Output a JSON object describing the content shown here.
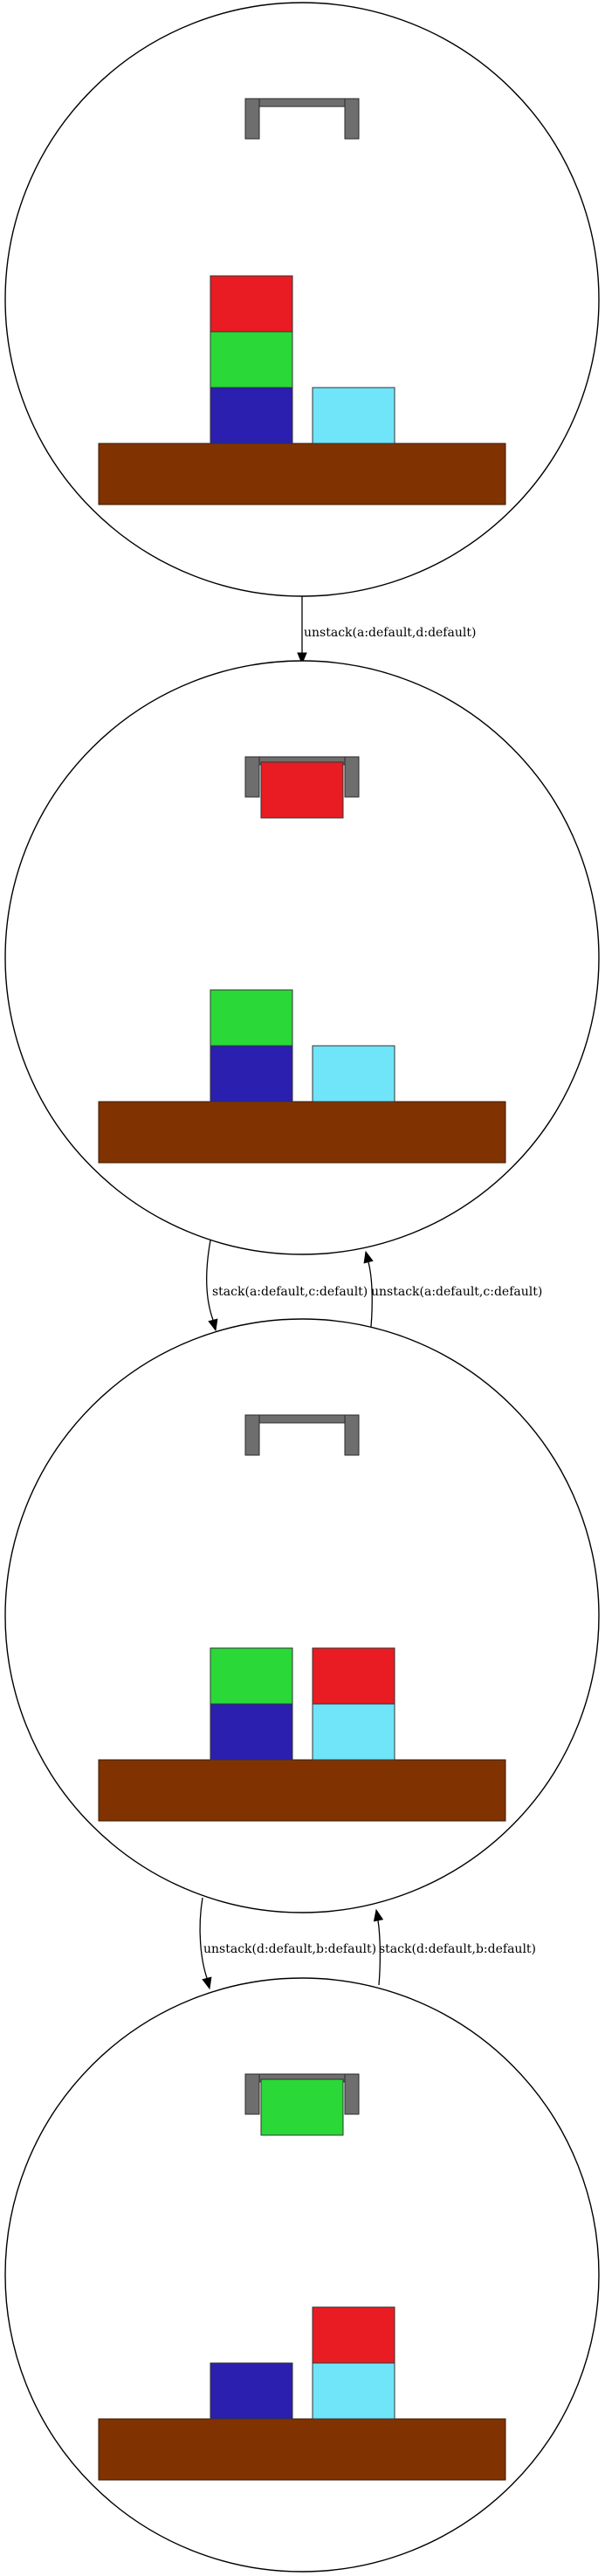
{
  "colors": {
    "table": "#803300",
    "gripper": "#6e6e6e",
    "a": "#e81c22",
    "b": "#70e4f8",
    "c": "#2ad837",
    "d": "#2a1fae"
  },
  "states": [
    {
      "id": "s1",
      "held": null,
      "stacks": [
        [
          "d",
          "c",
          "a"
        ],
        [
          "b"
        ]
      ]
    },
    {
      "id": "s2",
      "held": "a",
      "stacks": [
        [
          "d",
          "c"
        ],
        [
          "b"
        ]
      ]
    },
    {
      "id": "s3",
      "held": null,
      "stacks": [
        [
          "d",
          "c"
        ],
        [
          "b",
          "a"
        ]
      ]
    },
    {
      "id": "s4",
      "held": "c",
      "stacks": [
        [
          "d"
        ],
        [
          "b",
          "a"
        ]
      ]
    }
  ],
  "edges": [
    {
      "from": "s1",
      "to": "s2",
      "label": "unstack(a:default,d:default)"
    },
    {
      "from": "s2",
      "to": "s3",
      "label": "stack(a:default,c:default)"
    },
    {
      "from": "s3",
      "to": "s2",
      "label": "unstack(a:default,c:default)"
    },
    {
      "from": "s3",
      "to": "s4",
      "label": "unstack(d:default,b:default)"
    },
    {
      "from": "s4",
      "to": "s3",
      "label": "stack(d:default,b:default)"
    }
  ]
}
